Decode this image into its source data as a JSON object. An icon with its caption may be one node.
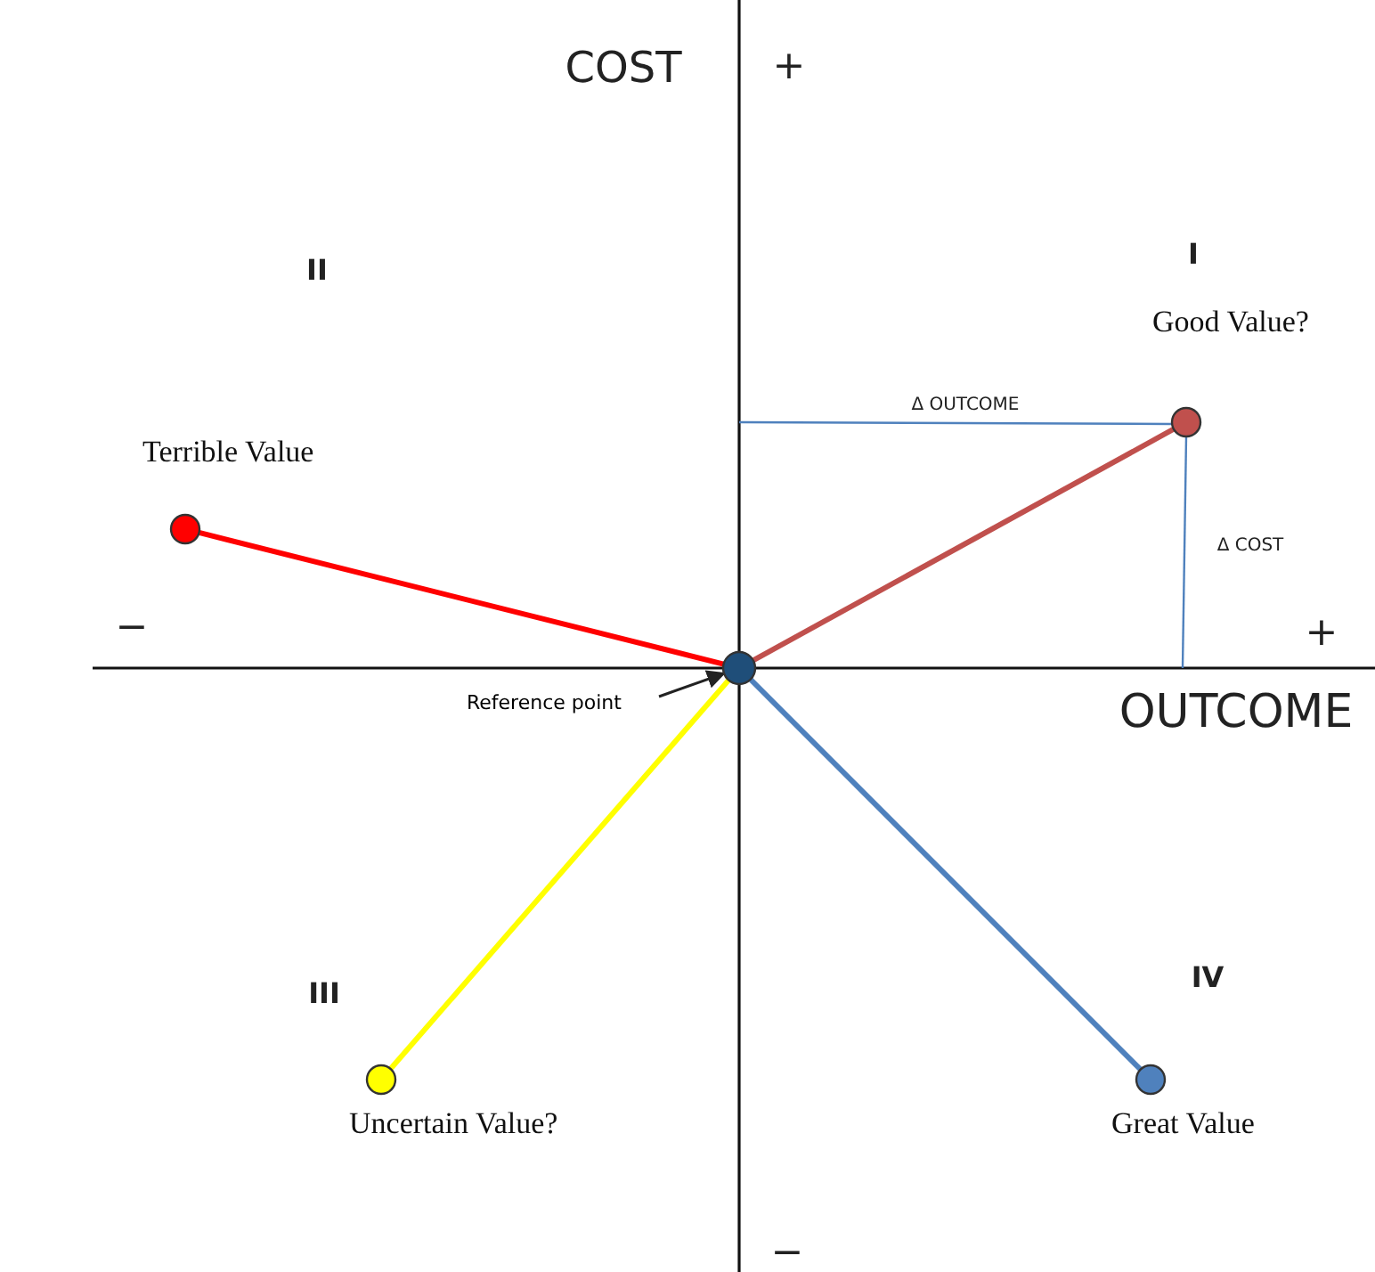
{
  "diagram": {
    "nodes": [
      {
        "text": [],
        "shape": "circle"
      },
      {
        "text": [
          "Reference point"
        ]
      },
      {
        "text": [
          "Terrible Value"
        ]
      },
      {
        "text": [
          "Good Value?"
        ]
      },
      {
        "text": [
          "Uncertain Value?"
        ]
      },
      {
        "text": [
          "Great Value"
        ]
      }
    ],
    "edges": [
      {
        "from": 1,
        "to": 0,
        "arrow": "to"
      },
      {
        "from": 0,
        "to": 2,
        "arrow": "none",
        "color": "#ff0000"
      },
      {
        "from": 0,
        "to": 3,
        "arrow": "none",
        "color": "#c0504d"
      },
      {
        "from": 0,
        "to": 4,
        "arrow": "none",
        "color": "#ffff00"
      },
      {
        "from": 0,
        "to": 5,
        "arrow": "none",
        "color": "#4f81bd"
      }
    ],
    "labels": [
      "COST",
      "+",
      "II",
      "I",
      "Δ OUTCOME",
      "Δ COST",
      "−",
      "+",
      "OUTCOME",
      "III",
      "IV",
      "−"
    ]
  }
}
